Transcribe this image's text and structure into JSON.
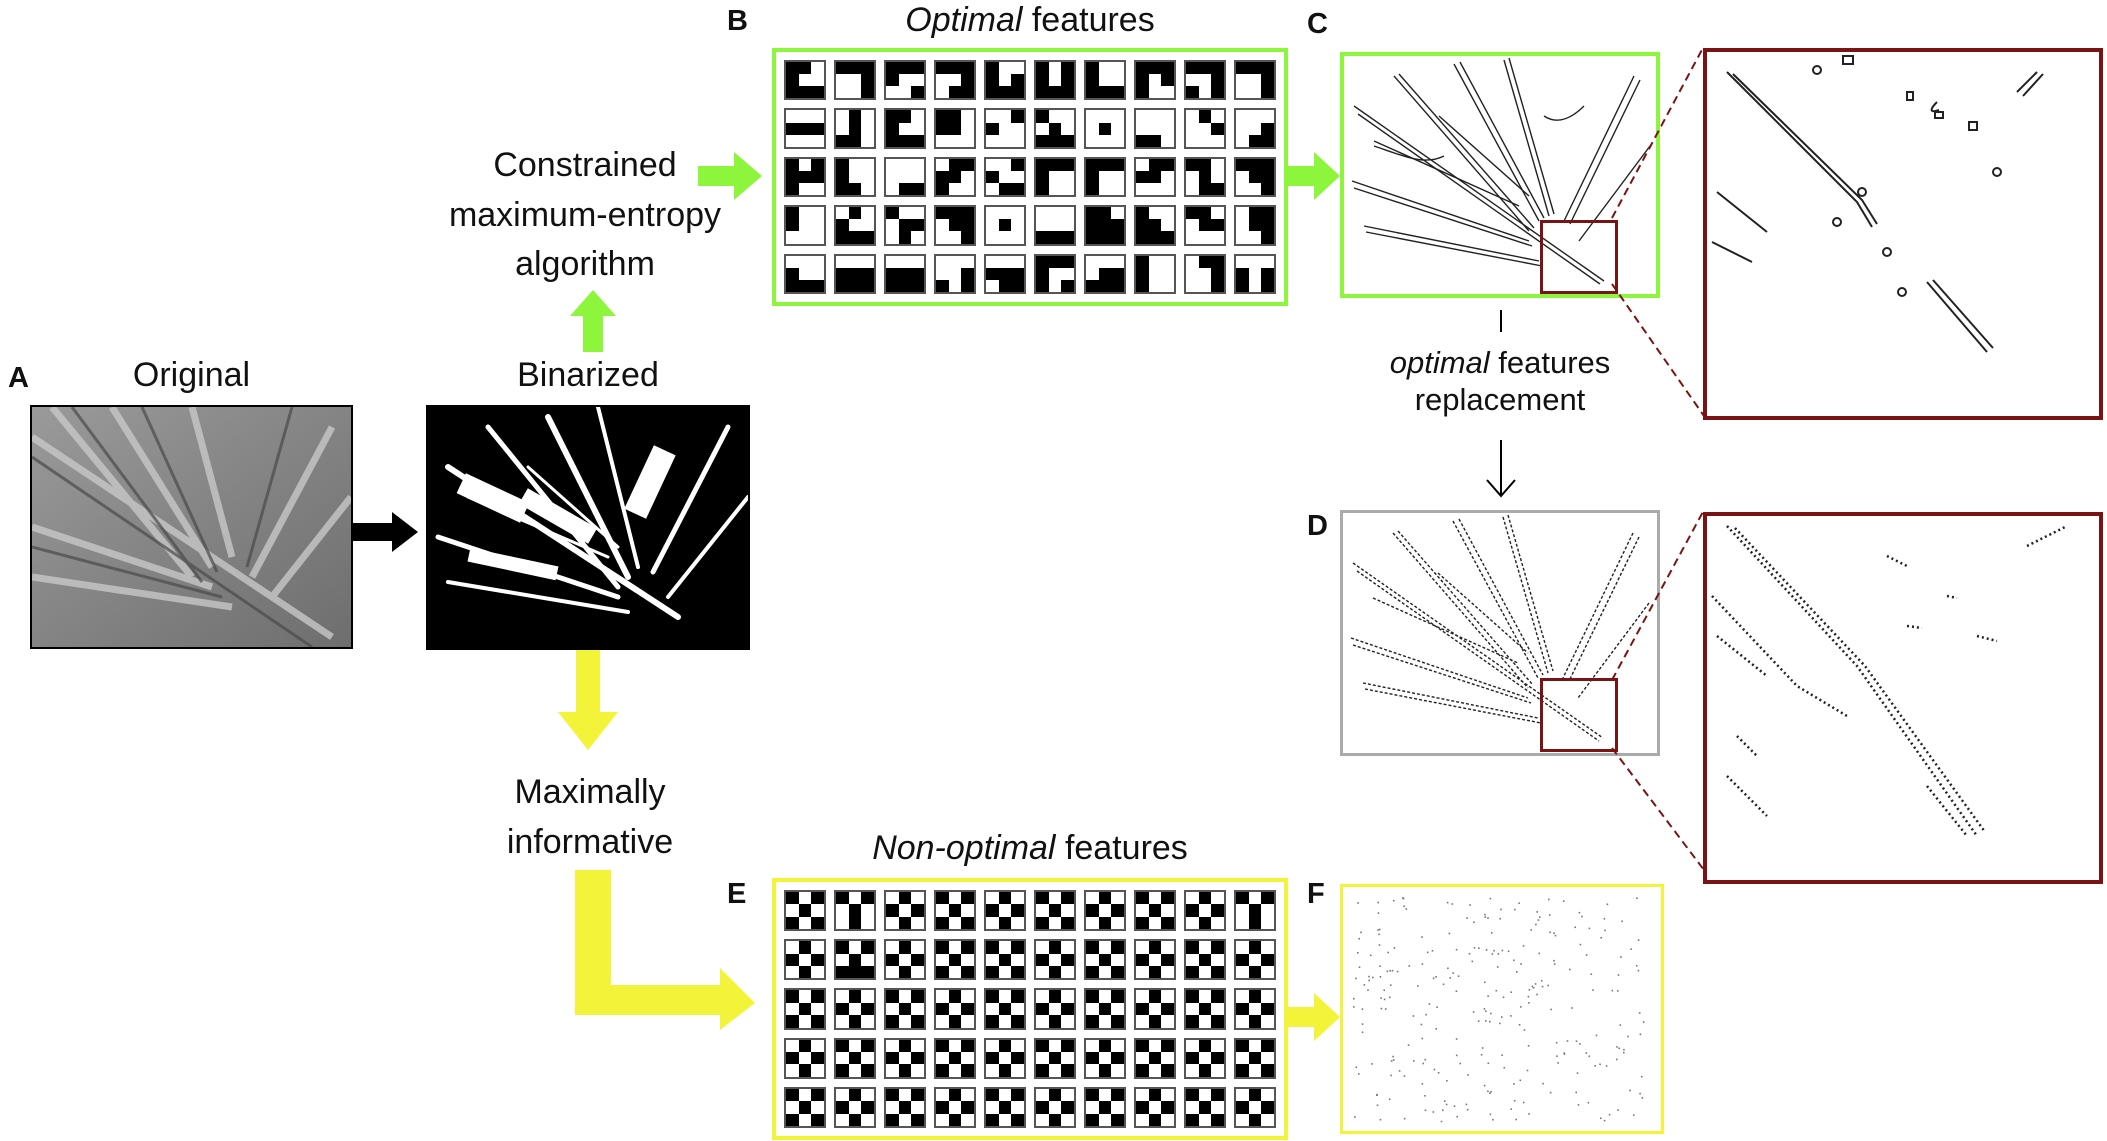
{
  "panels": {
    "A": {
      "letter": "A",
      "title": "Original"
    },
    "A2": {
      "title": "Binarized"
    },
    "B": {
      "letter": "B",
      "title_em": "Optimal",
      "title_rest": " features"
    },
    "C": {
      "letter": "C"
    },
    "D": {
      "letter": "D"
    },
    "E": {
      "letter": "E",
      "title_em": "Non-optimal",
      "title_rest": " features"
    },
    "F": {
      "letter": "F"
    }
  },
  "labels": {
    "constrained": [
      "Constrained",
      "maximum-entropy",
      "algorithm"
    ],
    "maximally": [
      "Maximally",
      "informative"
    ],
    "replacement_em": "optimal",
    "replacement_rest": " features",
    "replacement_line2": "replacement"
  },
  "colors": {
    "green": "#8cf53c",
    "yellow": "#f3f33a",
    "dark_red": "#7a1414",
    "gray_frame": "#aaaaaa",
    "black": "#000000"
  },
  "optimal_features": [
    "110100111",
    "111001001",
    "111100001",
    "111001011",
    "100101111",
    "101101111",
    "100100111",
    "111101100",
    "111001101",
    "111001001",
    "000111000",
    "010010110",
    "110100111",
    "110110000",
    "001100000",
    "100010111",
    "000010000",
    "000000110",
    "010001000",
    "000001011",
    "101111100",
    "100100110",
    "000000011",
    "011110100",
    "001100011",
    "111100100",
    "111100100",
    "011110000",
    "110010011",
    "111011001",
    "100100000",
    "010100111",
    "100011010",
    "111011001",
    "000010000",
    "000000111",
    "110111111",
    "100110111",
    "110011000",
    "011011001",
    "000100111",
    "000111111",
    "000111111",
    "000001101",
    "000111011",
    "111100101",
    "000011111",
    "100100100",
    "011001001",
    "000101101"
  ],
  "nonoptimal_features": [
    "101010101",
    "101010010",
    "010101010",
    "101010101",
    "010101010",
    "101010101",
    "010101010",
    "101010101",
    "010101010",
    "101010010",
    "010101010",
    "101010111",
    "010101010",
    "101010101",
    "101010101",
    "010101010",
    "101010101",
    "010101010",
    "101010101",
    "010101010",
    "101010101",
    "010101010",
    "101010101",
    "010101010",
    "101010101",
    "010101010",
    "101010101",
    "010101010",
    "101010101",
    "010101010",
    "010101010",
    "101010101",
    "010101010",
    "101010101",
    "010101010",
    "101010101",
    "010101010",
    "101010101",
    "010101010",
    "101010101",
    "101010101",
    "010101010",
    "101010101",
    "010101010",
    "101010101",
    "010101010",
    "101010101",
    "010101010",
    "101010101",
    "010101010"
  ]
}
